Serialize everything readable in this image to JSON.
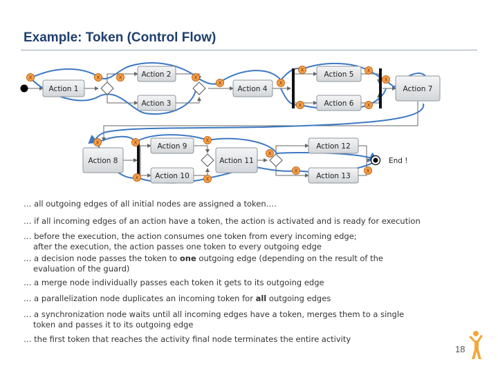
{
  "title": "Example: Token (Control Flow)",
  "token_mark": "X",
  "actions": {
    "a1": "Action 1",
    "a2": "Action 2",
    "a3": "Action 3",
    "a4": "Action 4",
    "a5": "Action 5",
    "a6": "Action 6",
    "a7": "Action 7",
    "a8": "Action 8",
    "a9": "Action 9",
    "a10": "Action 10",
    "a11": "Action 11",
    "a12": "Action 12",
    "a13": "Action 13"
  },
  "end_label": "End !",
  "bullets": [
    {
      "text": "… all outgoing edges of all initial nodes are assigned a token…."
    },
    {
      "text": "… if all incoming edges of an action have a token, the action is activated and is ready for execution"
    },
    {
      "text": "… before the execution, the action consumes one token from every incoming edge;",
      "cont": "after the execution, the action passes one token to every outgoing edge"
    },
    {
      "pre": "… a decision node passes the token to ",
      "bold": "one",
      "post": " outgoing edge (depending on the result of the",
      "cont": "evaluation of the guard)"
    },
    {
      "text": "… a merge node individually passes each token it gets to its outgoing edge"
    },
    {
      "pre": "… a parallelization node duplicates an incoming token for ",
      "bold": "all",
      "post": " outgoing edges"
    },
    {
      "text": "… a synchronization node waits until all incoming edges have a token, merges them to a single",
      "cont": "token and passes it to its outgoing edge"
    },
    {
      "text": "… the first token that reaches the activity final node terminates the entire activity"
    }
  ],
  "page_number": "18",
  "colors": {
    "title": "#1f3f6e",
    "token": "#f3a24a",
    "flow": "#3c78c3"
  }
}
